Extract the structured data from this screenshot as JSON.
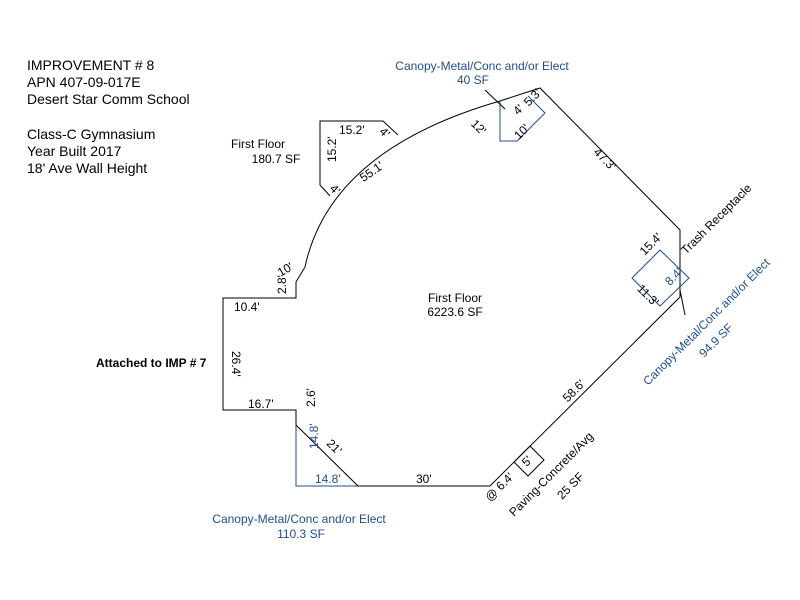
{
  "header": {
    "line1": "IMPROVEMENT # 8",
    "line2": "APN 407-09-017E",
    "line3": "Desert Star Comm School",
    "line4": "Class-C Gymnasium",
    "line5": "Year Built 2017",
    "line6": "18' Ave Wall Height"
  },
  "areas": {
    "main_label": "First Floor",
    "main_sf": "6223.6 SF",
    "upper_label": "First Floor",
    "upper_sf": "180.7 SF"
  },
  "annotations": {
    "attached": "Attached to IMP # 7",
    "trash": "Trash Receptacle",
    "canopy_top_label": "Canopy-Metal/Conc and/or Elect",
    "canopy_top_sf": "40 SF",
    "canopy_right_label": "Canopy-Metal/Conc and/or Elect",
    "canopy_right_sf": "94.9 SF",
    "canopy_bottom_label": "Canopy-Metal/Conc and/or Elect",
    "canopy_bottom_sf": "110.3 SF",
    "paving_label": "Paving-Concrete/Avg",
    "paving_sf": "25 SF",
    "paving_dim": "@ 6.4'"
  },
  "dims": {
    "d_152_top": "15.2'",
    "d_4_top": "4'",
    "d_152_side": "15.2'",
    "d_4_side": "4'",
    "d_551": "55.1'",
    "d_12": "12'",
    "d_4_canopy": "4'",
    "d_53": "5.3'",
    "d_10_canopy": "10'",
    "d_473": "47.3'",
    "d_154": "15.4'",
    "d_113": "11.3'",
    "d_84": "8.4'",
    "d_586": "58.6'",
    "d_5": "5'",
    "d_30": "30'",
    "d_148_h": "14.8'",
    "d_148_v": "14.8'",
    "d_21": "21'",
    "d_26": "2.6'",
    "d_167": "16.7'",
    "d_264": "26.4'",
    "d_104": "10.4'",
    "d_28": "2.8'",
    "d_10": "10'"
  },
  "colors": {
    "line": "#000000",
    "canopy": "#1f4e8c"
  }
}
